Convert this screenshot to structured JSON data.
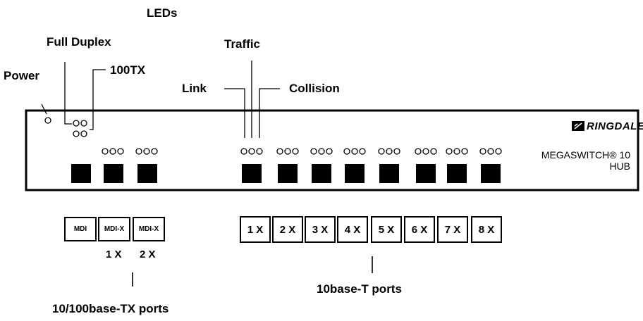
{
  "labels": {
    "leds": "LEDs",
    "full_duplex": "Full Duplex",
    "power": "Power",
    "tx100": "100TX",
    "traffic": "Traffic",
    "link": "Link",
    "collision": "Collision"
  },
  "device": {
    "brand": "RINGDALE",
    "model_line1": "MEGASWITCH® 10",
    "model_line2": "HUB"
  },
  "tx_switches": [
    "MDI",
    "MDI-X",
    "MDI-X"
  ],
  "tx_port_names": [
    "1 X",
    "2 X"
  ],
  "tx_ports_caption": "10/100base-TX ports",
  "t_port_boxes": [
    "1 X",
    "2 X",
    "3 X",
    "4 X",
    "5 X",
    "6 X",
    "7 X",
    "8 X"
  ],
  "t_ports_caption": "10base-T ports"
}
